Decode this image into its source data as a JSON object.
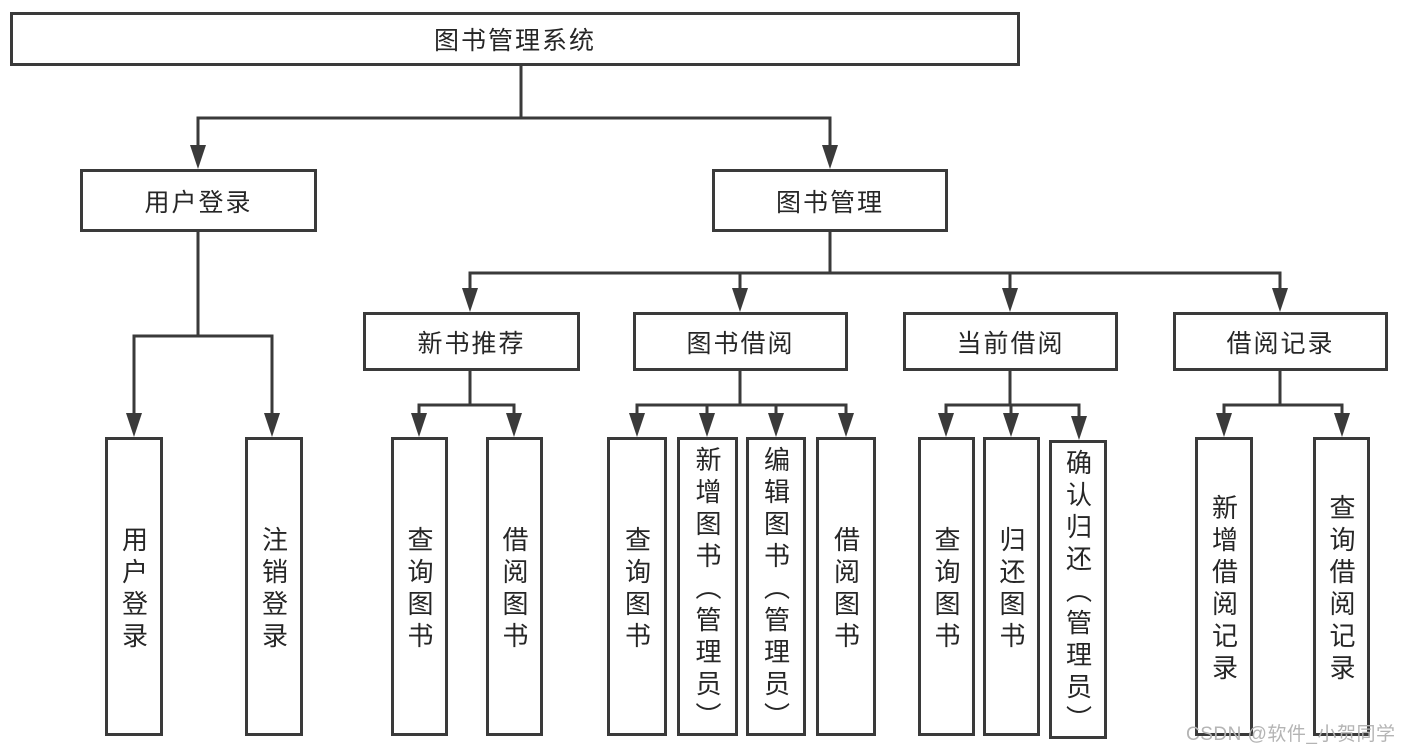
{
  "diagram": {
    "root": {
      "label": "图书管理系统"
    },
    "branches": [
      {
        "label": "用户登录",
        "children": [
          {
            "label": "用户登录"
          },
          {
            "label": "注销登录"
          }
        ]
      },
      {
        "label": "图书管理",
        "children": [
          {
            "label": "新书推荐",
            "children": [
              {
                "label": "查询图书"
              },
              {
                "label": "借阅图书"
              }
            ]
          },
          {
            "label": "图书借阅",
            "children": [
              {
                "label": "查询图书"
              },
              {
                "label": "新增图书（管理员）"
              },
              {
                "label": "编辑图书（管理员）"
              },
              {
                "label": "借阅图书"
              }
            ]
          },
          {
            "label": "当前借阅",
            "children": [
              {
                "label": "查询图书"
              },
              {
                "label": "归还图书"
              },
              {
                "label": "确认归还（管理员）"
              }
            ]
          },
          {
            "label": "借阅记录",
            "children": [
              {
                "label": "新增借阅记录"
              },
              {
                "label": "查询借阅记录"
              }
            ]
          }
        ]
      }
    ]
  },
  "watermark": {
    "text": "CSDN @软件_小贺同学"
  },
  "colors": {
    "line": "#3a3a3a",
    "box_border": "#3a3a3a",
    "text": "#262626",
    "watermark": "#b4b4b4",
    "background": "#ffffff"
  }
}
